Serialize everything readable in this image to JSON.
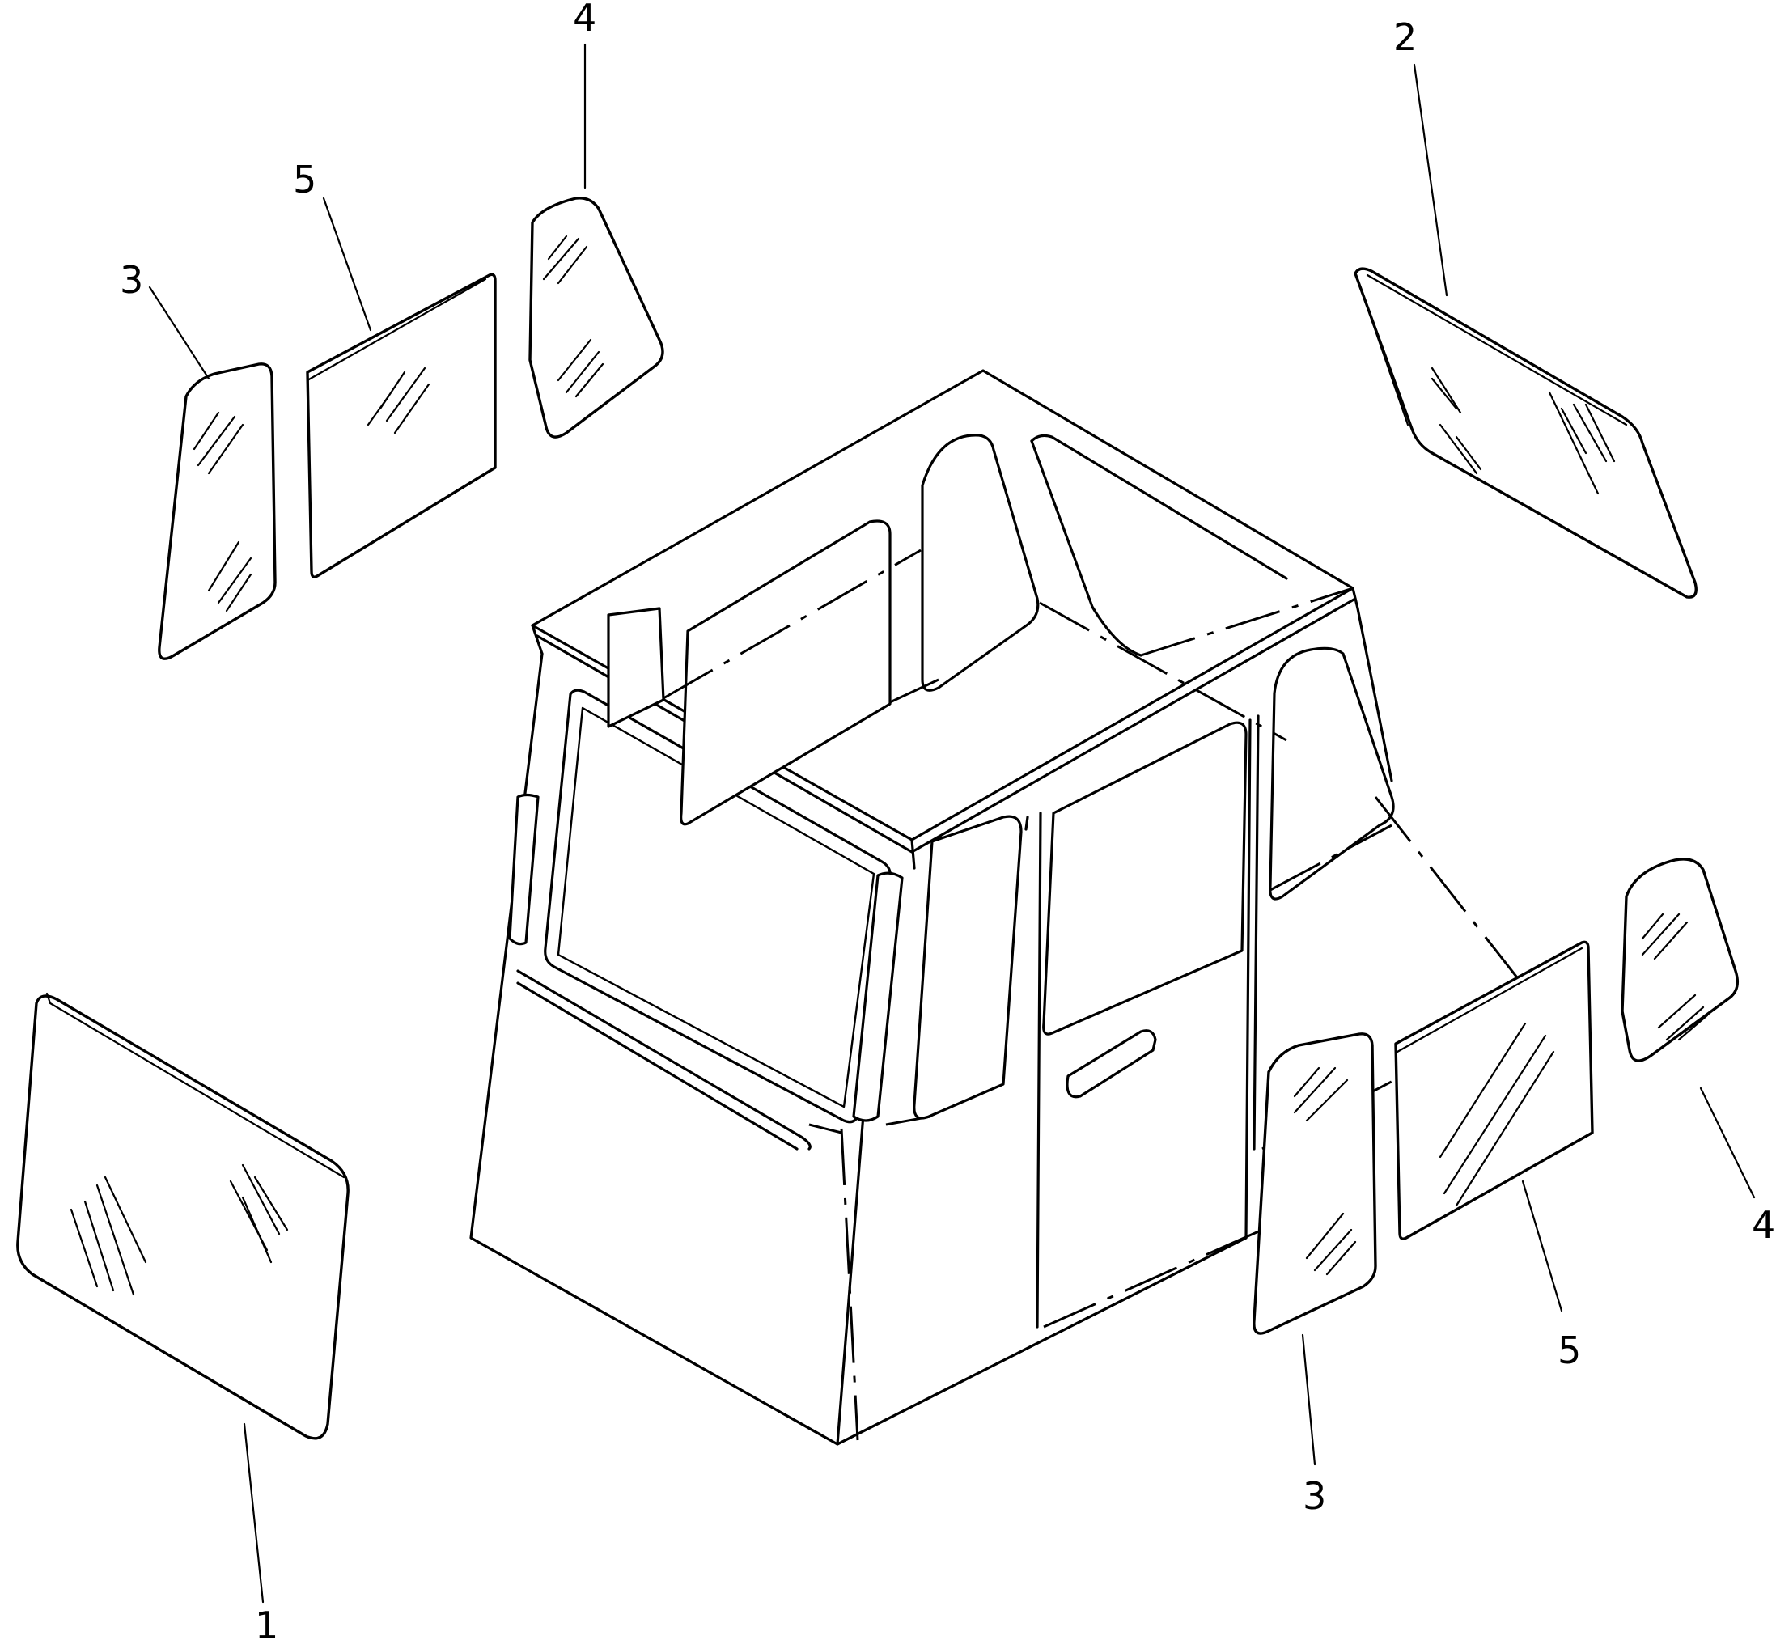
{
  "callouts": {
    "left_front_glass": "1",
    "rear_glass": "2",
    "upper_left_3": "3",
    "upper_left_4": "4",
    "upper_left_5": "5",
    "lower_right_3": "3",
    "lower_right_4": "4",
    "lower_right_5": "5"
  }
}
